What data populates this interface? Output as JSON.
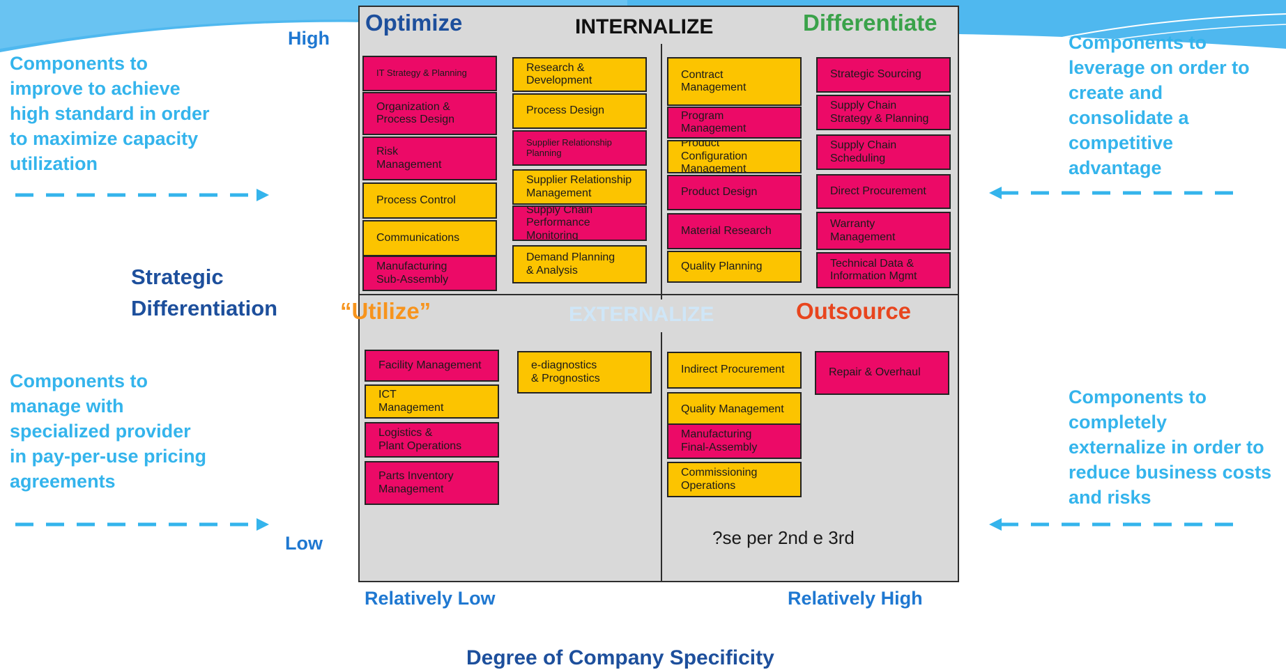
{
  "axes": {
    "y_high": "High",
    "y_low": "Low",
    "y_title_line1": "Strategic",
    "y_title_line2": "Differentiation",
    "x_low": "Relatively Low",
    "x_high": "Relatively High",
    "x_title": "Degree of Company Specificity"
  },
  "top_left_note": "Components to\nimprove to achieve\nhigh standard in order\nto maximize capacity\nutilization",
  "bottom_left_note": "Components to\nmanage with\nspecialized provider\nin pay-per-use pricing\nagreements",
  "top_right_note": "Components to\nleverage on order to\ncreate and\nconsolidate a\ncompetitive\nadvantage",
  "bottom_right_note": "Components to\ncompletely\nexternalize in order to\nreduce business costs\nand risks",
  "matrix": {
    "internalize": "INTERNALIZE",
    "externalize": "EXTERNALIZE",
    "q_optimize": "Optimize",
    "q_differentiate": "Differentiate",
    "q_utilize": "“Utilize”",
    "q_outsource": "Outsource",
    "note": "?se per 2nd e 3rd"
  },
  "colors": {
    "magenta": "#ec0a67",
    "yellow": "#fcc400",
    "note_blue": "#34b4ec",
    "axis_blue": "#1f78d1",
    "optimize": "#1d4f9c",
    "differentiate": "#3aa24a",
    "utilize": "#f7941d",
    "outsource": "#e8451e"
  },
  "boxes": {
    "b1": "IT Strategy & Planning",
    "b2": "Organization &\nProcess Design",
    "b3": "Risk\nManagement",
    "b4": "Process Control",
    "b5": "Communications",
    "b6": "Manufacturing\nSub-Assembly",
    "b7": "Research &\nDevelopment",
    "b8": "Process Design",
    "b9": "Supplier Relationship\nPlanning",
    "b10": "Supplier Relationship\nManagement",
    "b11": "Supply Chain\nPerformance Monitoring",
    "b12": "Demand Planning\n& Analysis",
    "b13": "Contract\nManagement",
    "b14": "Program Management",
    "b15": "Product Configuration\nManagement",
    "b16": "Product Design",
    "b17": "Material Research",
    "b18": "Quality Planning",
    "b19": "Strategic Sourcing",
    "b20": "Supply Chain\nStrategy & Planning",
    "b21": "Supply Chain\nScheduling",
    "b22": "Direct Procurement",
    "b23": "Warranty\nManagement",
    "b24": "Technical Data &\nInformation Mgmt",
    "b25": "Facility Management",
    "b26": "ICT\nManagement",
    "b27": "Logistics &\nPlant Operations",
    "b28": "Parts Inventory\nManagement",
    "b29": "e-diagnostics\n& Prognostics",
    "b30": "Indirect Procurement",
    "b31": "Quality Management",
    "b32": "Manufacturing\nFinal-Assembly",
    "b33": "Commissioning\nOperations",
    "b34": "Repair & Overhaul"
  }
}
